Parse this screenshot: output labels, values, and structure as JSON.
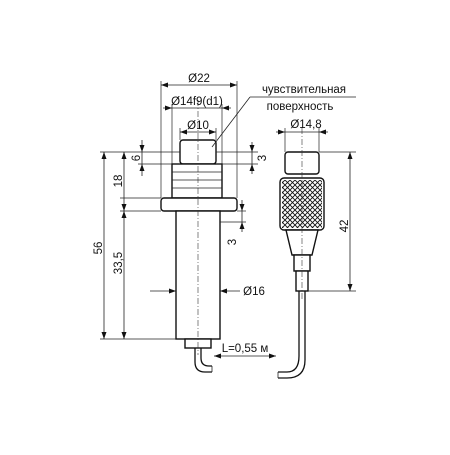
{
  "labels": {
    "d22": "Ø22",
    "d14f9": "Ø14f9(d1)",
    "d10": "Ø10",
    "d16": "Ø16",
    "d14_8": "Ø14,8",
    "dim_3_top": "3",
    "dim_6": "6",
    "dim_18": "18",
    "dim_3_mid": "3",
    "dim_33_5": "33,5",
    "dim_56": "56",
    "dim_42": "42",
    "cable_length": "L=0,55 м",
    "sensitive_surface_line1": "чувствительная",
    "sensitive_surface_line2": "поверхность"
  }
}
